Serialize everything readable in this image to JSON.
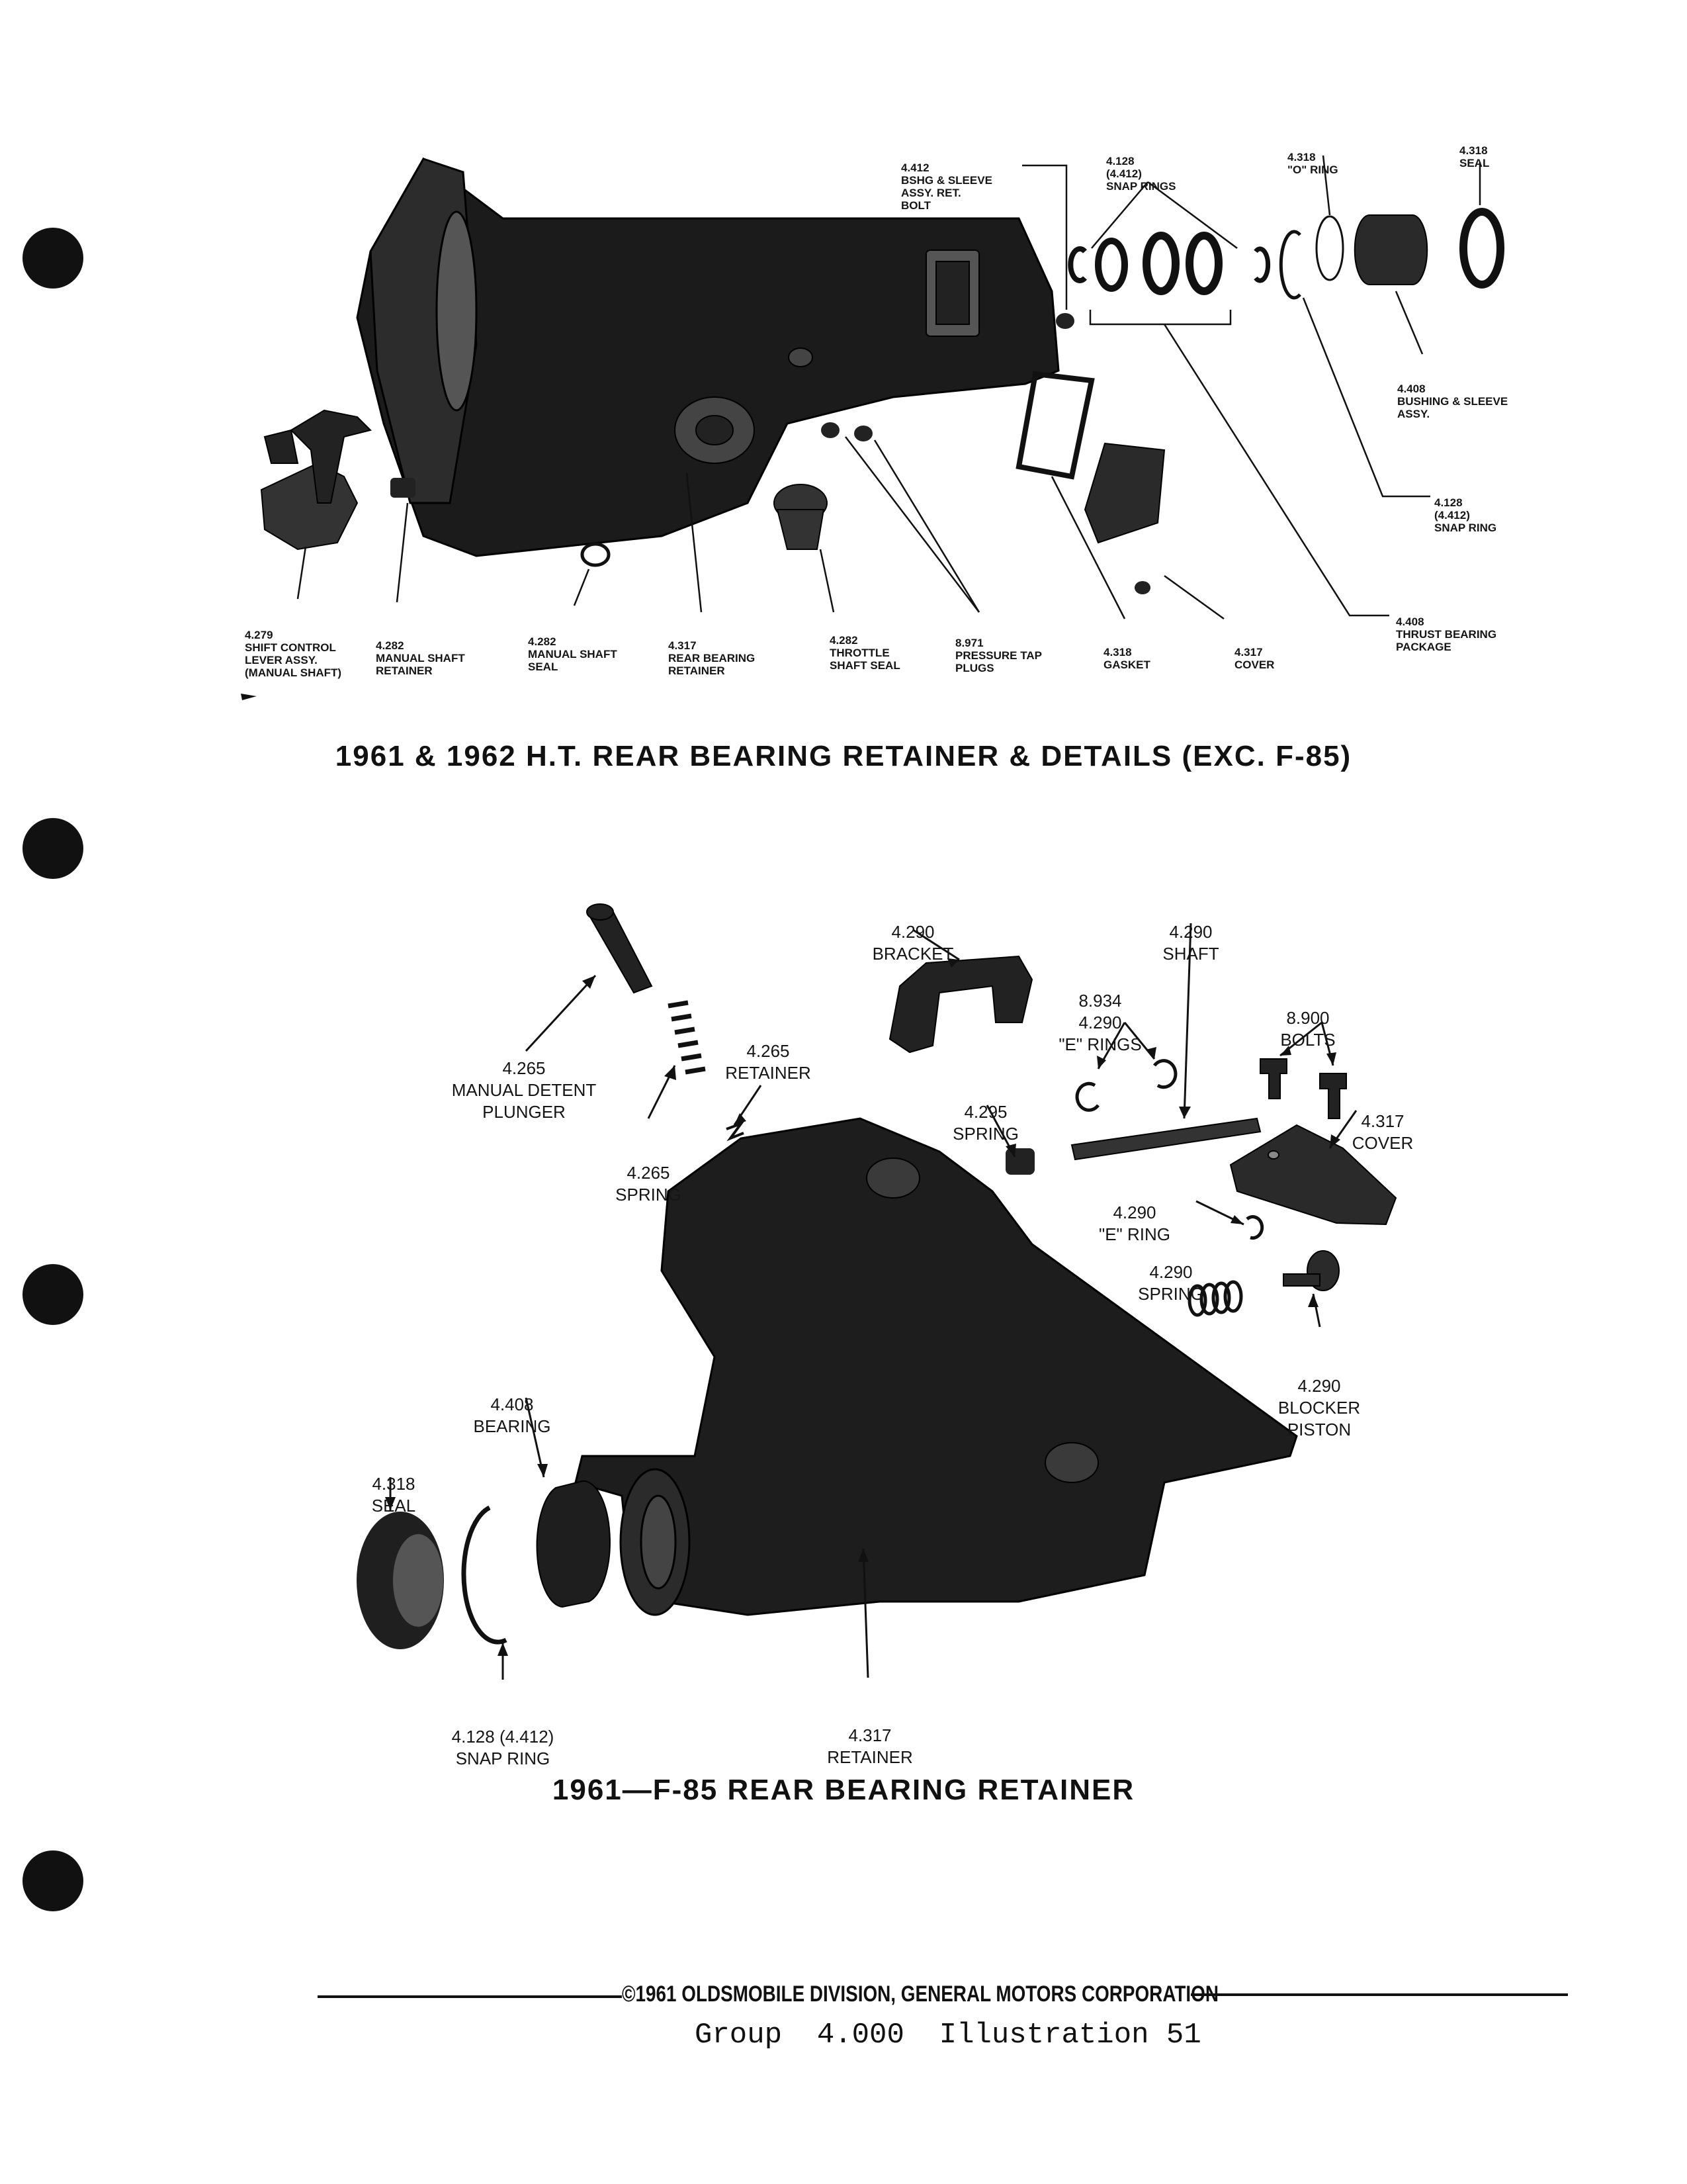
{
  "figure1": {
    "title": "1961 & 1962 H.T. REAR BEARING RETAINER & DETAILS (EXC. F-85)",
    "labels": {
      "bolt": [
        "4.412",
        "BSHG & SLEEVE",
        "ASSY. RET.",
        "BOLT"
      ],
      "snap_rings": [
        "4.128",
        "(4.412)",
        "SNAP RINGS"
      ],
      "o_ring": [
        "4.318",
        "\"O\" RING"
      ],
      "seal": [
        "4.318",
        "SEAL"
      ],
      "bushing": [
        "4.408",
        "BUSHING & SLEEVE",
        "ASSY."
      ],
      "snap_ring": [
        "4.128",
        "(4.412)",
        "SNAP RING"
      ],
      "thrust": [
        "4.408",
        "THRUST BEARING",
        "PACKAGE"
      ],
      "shift_lever": [
        "4.279",
        "SHIFT CONTROL",
        "LEVER ASSY.",
        "(MANUAL SHAFT)"
      ],
      "manual_retainer": [
        "4.282",
        "MANUAL SHAFT",
        "RETAINER"
      ],
      "manual_seal": [
        "4.282",
        "MANUAL SHAFT",
        "SEAL"
      ],
      "rear_retainer": [
        "4.317",
        "REAR BEARING",
        "RETAINER"
      ],
      "throttle_seal": [
        "4.282",
        "THROTTLE",
        "SHAFT SEAL"
      ],
      "pressure_plugs": [
        "8.971",
        "PRESSURE TAP",
        "PLUGS"
      ],
      "gasket": [
        "4.318",
        "GASKET"
      ],
      "cover": [
        "4.317",
        "COVER"
      ]
    }
  },
  "figure2": {
    "title": "1961—F-85 REAR BEARING RETAINER",
    "labels": {
      "detent_plunger": [
        "4.265",
        "MANUAL DETENT",
        "PLUNGER"
      ],
      "spring_265": [
        "4.265",
        "SPRING"
      ],
      "retainer_265": [
        "4.265",
        "RETAINER"
      ],
      "bracket": [
        "4.290",
        "BRACKET"
      ],
      "shaft": [
        "4.290",
        "SHAFT"
      ],
      "e_rings": [
        "8.934",
        "4.290",
        "\"E\" RINGS"
      ],
      "spring_295": [
        "4.295",
        "SPRING"
      ],
      "bolts": [
        "8.900",
        "BOLTS"
      ],
      "cover": [
        "4.317",
        "COVER"
      ],
      "e_ring": [
        "4.290",
        "\"E\" RING"
      ],
      "spring_290": [
        "4.290",
        "SPRING"
      ],
      "blocker": [
        "4.290",
        "BLOCKER",
        "PISTON"
      ],
      "bearing": [
        "4.408",
        "BEARING"
      ],
      "seal": [
        "4.318",
        "SEAL"
      ],
      "snap_ring": [
        "4.128 (4.412)",
        "SNAP RING"
      ],
      "retainer": [
        "4.317",
        "RETAINER"
      ]
    }
  },
  "footer": {
    "corporation": "©1961 OLDSMOBILE DIVISION, GENERAL MOTORS CORPORATION",
    "group": "Group  4.000  Illustration 51"
  }
}
